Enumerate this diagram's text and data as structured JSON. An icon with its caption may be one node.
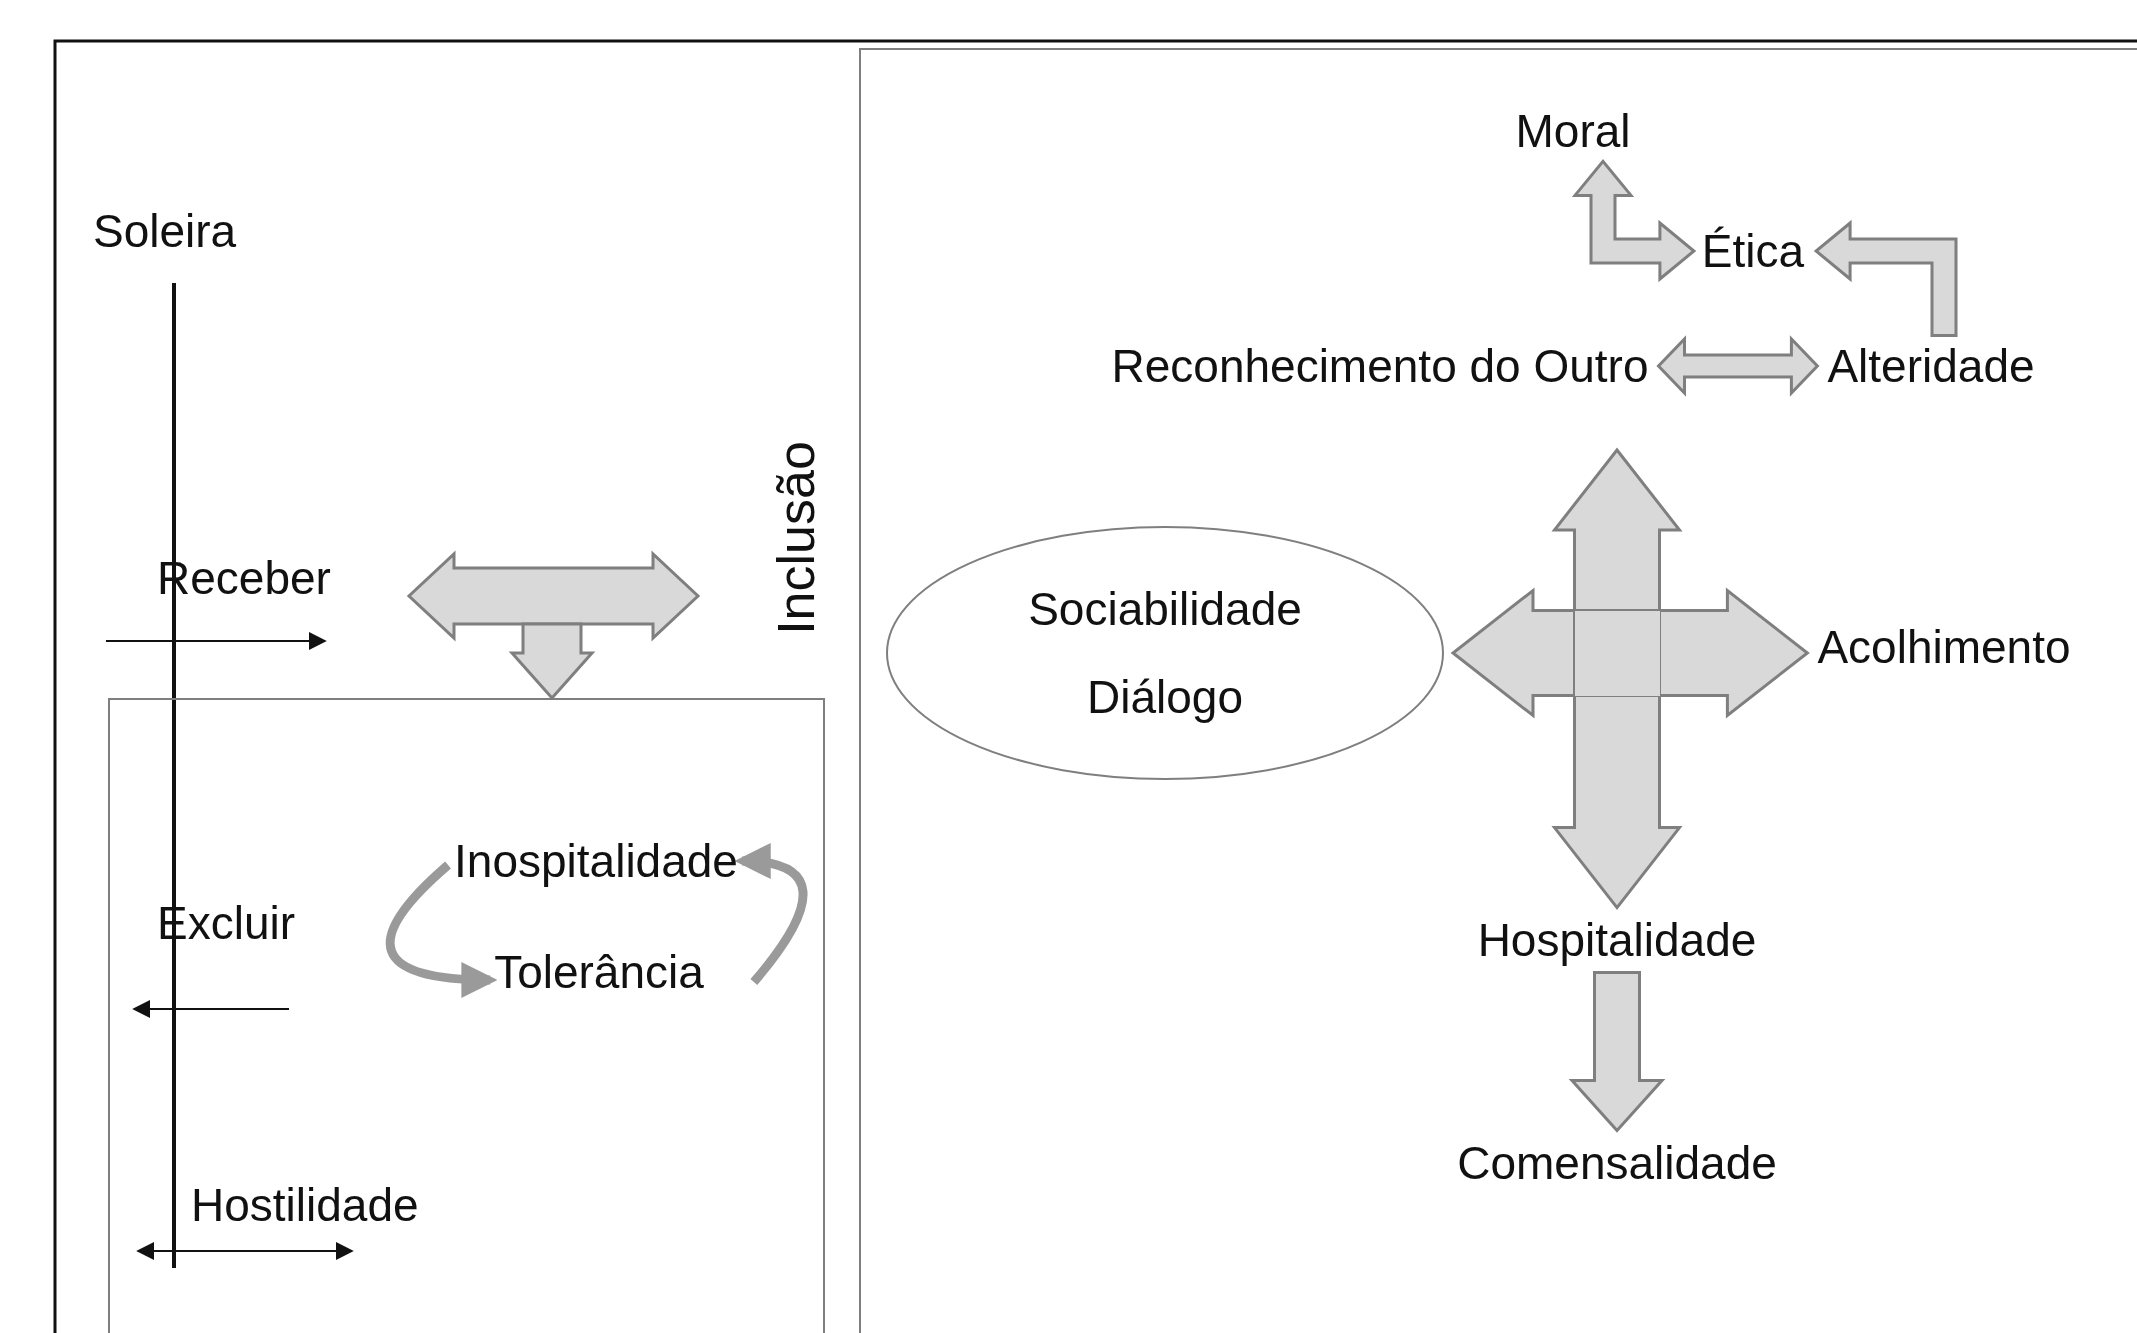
{
  "diagram": {
    "nodes": [
      {
        "text": [],
        "shape": "box"
      },
      {
        "text": [
          "Inospitalidade"
        ],
        "in": 0
      },
      {
        "text": [
          "Tolerância"
        ],
        "in": 0
      },
      {
        "text": [],
        "shape": "box"
      },
      {
        "text": [
          "Moral"
        ],
        "in": 3
      },
      {
        "text": [
          "Ética"
        ],
        "in": 3
      },
      {
        "text": [
          "Reconhecimento do Outro"
        ],
        "in": 3
      },
      {
        "text": [
          "Alteridade"
        ],
        "in": 3
      },
      {
        "text": [
          "Sociabilidade",
          "Diálogo"
        ],
        "in": 3
      },
      {
        "text": [],
        "shape": "cross",
        "in": 3
      },
      {
        "text": [
          "Acolhimento"
        ],
        "in": 3
      },
      {
        "text": [
          "Hospitalidade"
        ],
        "in": 3
      },
      {
        "text": [
          "Comensalidade"
        ],
        "in": 3
      }
    ],
    "edges": [
      {
        "from": null,
        "to": 0,
        "arrow": "to"
      },
      {
        "from": 1,
        "to": 2,
        "arrow": "to"
      },
      {
        "from": 2,
        "to": 1,
        "arrow": "to"
      },
      {
        "from": 5,
        "to": 4,
        "arrow": "both"
      },
      {
        "from": 7,
        "to": 5,
        "arrow": "to"
      },
      {
        "from": 6,
        "to": 7,
        "arrow": "both"
      },
      {
        "from": 9,
        "to": 8,
        "arrow": "to"
      },
      {
        "from": 9,
        "to": 10,
        "arrow": "to"
      },
      {
        "from": 9,
        "to": 11,
        "arrow": "to"
      },
      {
        "from": 9,
        "to": null,
        "arrow": "to"
      },
      {
        "from": 11,
        "to": 12,
        "arrow": "to"
      }
    ],
    "labels": [
      "Soleira",
      "Receber",
      "Inclusão",
      "Excluir",
      "Hostilidade"
    ]
  }
}
